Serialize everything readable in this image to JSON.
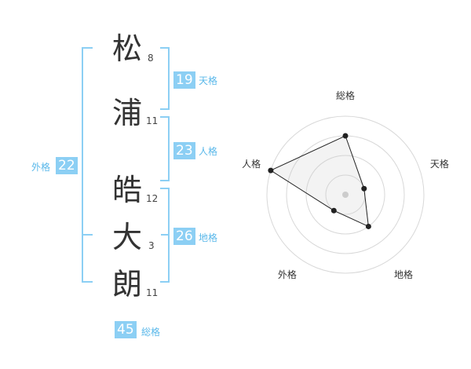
{
  "name": {
    "chars": [
      {
        "char": "松",
        "strokes": "8"
      },
      {
        "char": "浦",
        "strokes": "11"
      },
      {
        "char": "皓",
        "strokes": "12"
      },
      {
        "char": "大",
        "strokes": "3"
      },
      {
        "char": "朗",
        "strokes": "11"
      }
    ]
  },
  "fortune": {
    "tenkaku": {
      "value": "19",
      "label": "天格"
    },
    "jinkaku": {
      "value": "23",
      "label": "人格"
    },
    "chikaku": {
      "value": "26",
      "label": "地格"
    },
    "gaikaku": {
      "value": "22",
      "label": "外格"
    },
    "soukaku": {
      "value": "45",
      "label": "総格"
    }
  },
  "colors": {
    "accent": "#8ccff4",
    "accent_text": "#5ab8ea",
    "kanji": "#333333"
  },
  "chart_data": {
    "type": "radar",
    "axes": [
      "総格",
      "天格",
      "地格",
      "外格",
      "人格"
    ],
    "rings": 4,
    "values": [
      3,
      1,
      2,
      1,
      4
    ],
    "max": 4
  }
}
